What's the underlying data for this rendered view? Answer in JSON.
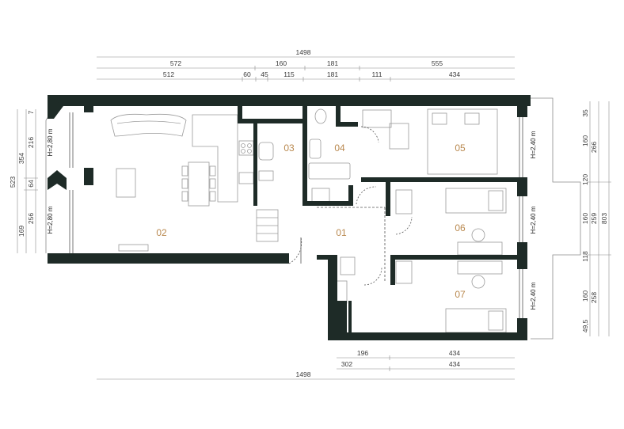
{
  "colors": {
    "wall": "#1e2b27",
    "room_label": "#b9894f",
    "dim_line": "#8a8a8a",
    "furniture": "#9a9a9a"
  },
  "dimensions": {
    "top_total": "1498",
    "top_row1": [
      "572",
      "160",
      "181",
      "555"
    ],
    "top_row2": [
      "512",
      "60",
      "45",
      "115",
      "181",
      "111",
      "434"
    ],
    "bottom_row1": [
      "196",
      "434"
    ],
    "bottom_row2": [
      "302",
      "434"
    ],
    "bottom_total": "1498",
    "left_outer": "523",
    "left_inner_top": "354",
    "left_inner_bottom": "169",
    "left_segments": [
      "7",
      "216",
      "64",
      "256"
    ],
    "right_segments": [
      "35",
      "160",
      "120",
      "160",
      "118",
      "160",
      "49,5"
    ],
    "right_inner": [
      "266",
      "259",
      "258"
    ],
    "right_outer": "803"
  },
  "ceiling_heights": {
    "left_top": "H=2,80 m",
    "left_bottom": "H=2,80 m",
    "right_1": "H=2,40 m",
    "right_2": "H=2,40 m",
    "right_3": "H=2,40 m"
  },
  "rooms": {
    "r01": "01",
    "r02": "02",
    "r03": "03",
    "r04": "04",
    "r05": "05",
    "r06": "06",
    "r07": "07"
  }
}
